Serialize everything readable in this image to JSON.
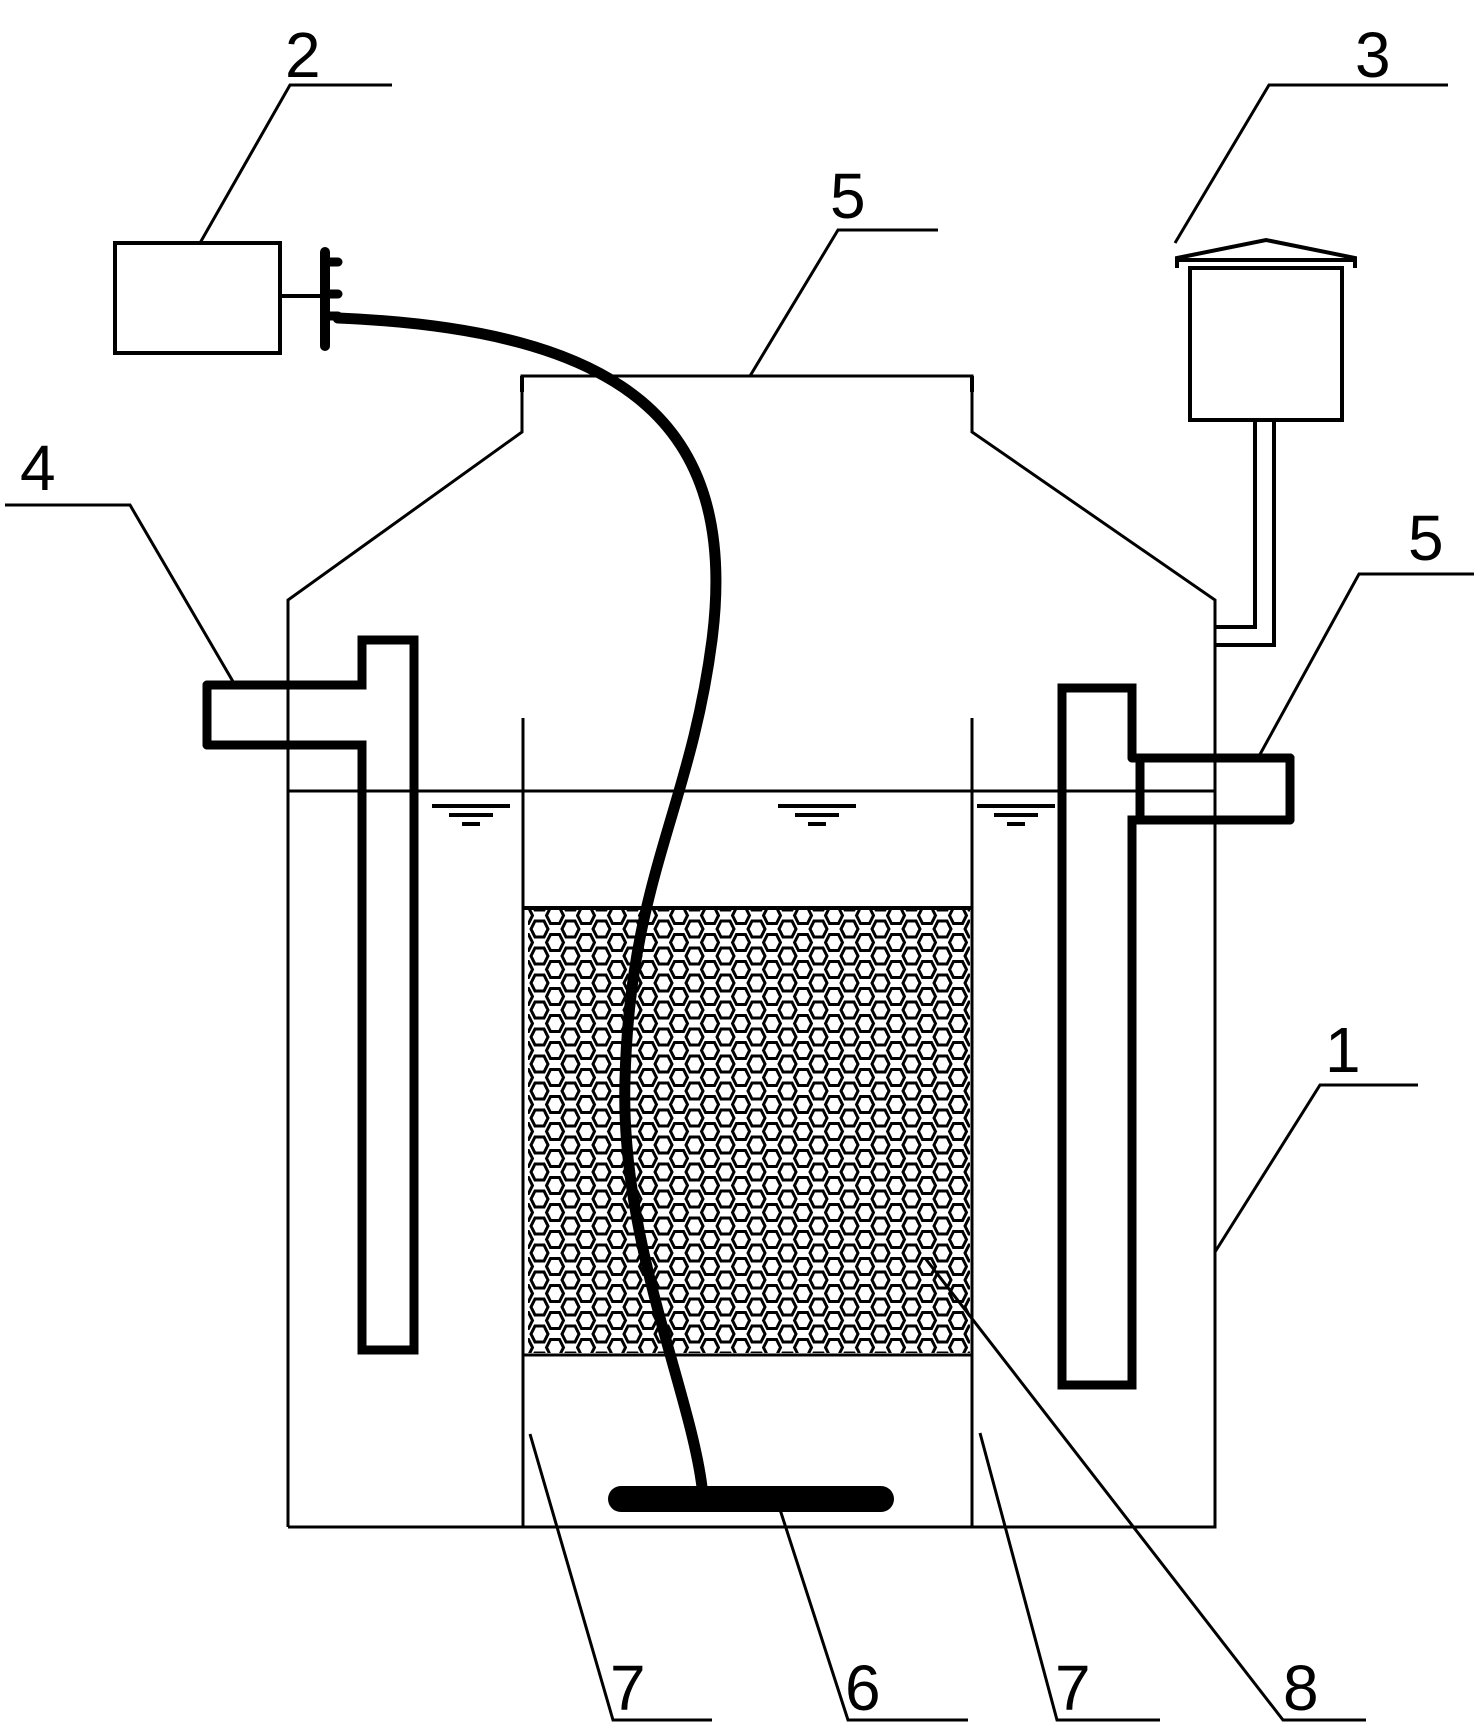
{
  "labels": {
    "l1": "1",
    "l2": "2",
    "l3": "3",
    "l4": "4",
    "l5_top": "5",
    "l5_right": "5",
    "l6": "6",
    "l7_left": "7",
    "l7_right": "7",
    "l8": "8"
  },
  "colors": {
    "ink": "#000000",
    "background": "#ffffff"
  }
}
